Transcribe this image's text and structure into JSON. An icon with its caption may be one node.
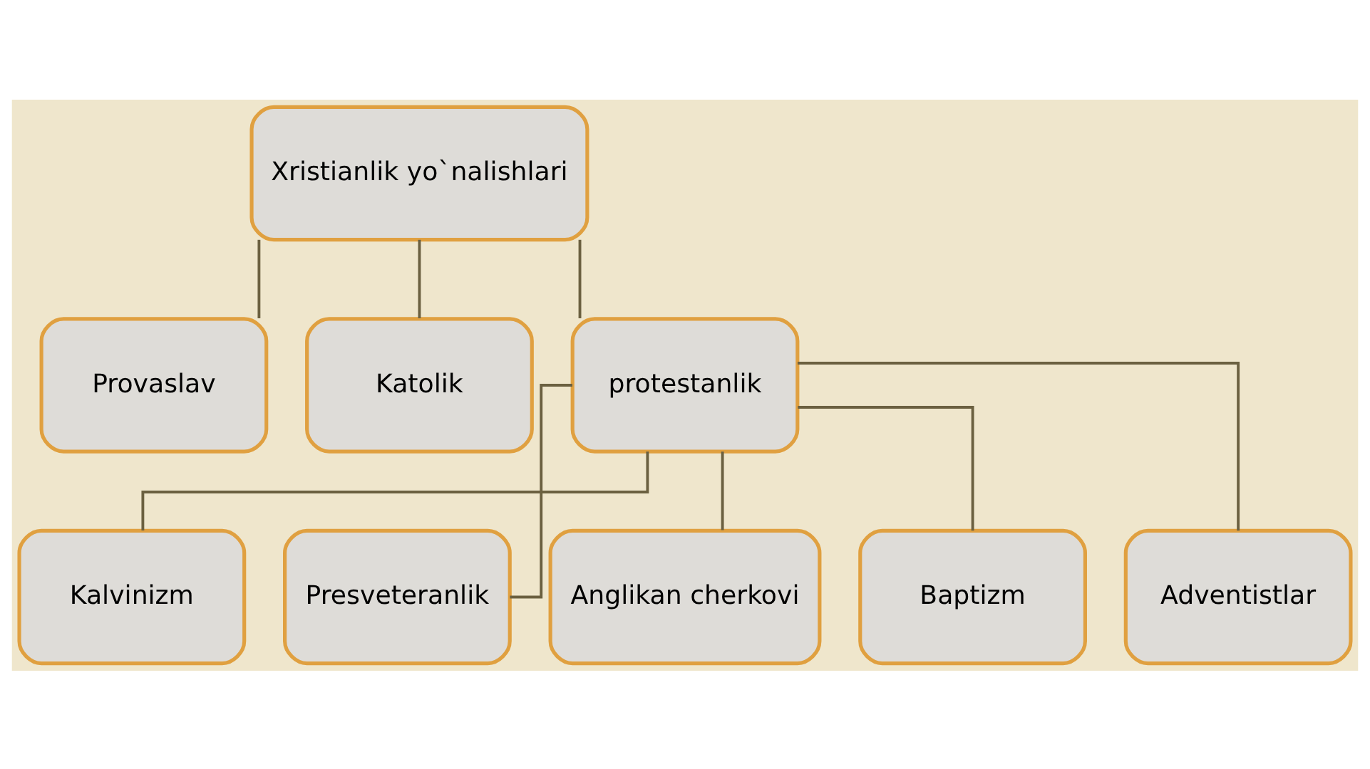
{
  "diagram": {
    "nodes": [
      {
        "text": [
          "Xristianlik yo`nalishlari"
        ]
      },
      {
        "text": [
          "Provaslav"
        ]
      },
      {
        "text": [
          "Katolik"
        ]
      },
      {
        "text": [
          "protestanlik"
        ]
      },
      {
        "text": [
          "Kalvinizm"
        ]
      },
      {
        "text": [
          "Presveteranlik"
        ]
      },
      {
        "text": [
          "Anglikan cherkovi"
        ]
      },
      {
        "text": [
          "Baptizm"
        ]
      },
      {
        "text": [
          "Adventistlar"
        ]
      }
    ],
    "edges": [
      {
        "from": 0,
        "to": 1,
        "arrow": "none"
      },
      {
        "from": 0,
        "to": 2,
        "arrow": "none"
      },
      {
        "from": 0,
        "to": 3,
        "arrow": "none"
      },
      {
        "from": 3,
        "to": 4,
        "arrow": "none"
      },
      {
        "from": 3,
        "to": 5,
        "arrow": "none"
      },
      {
        "from": 3,
        "to": 6,
        "arrow": "none"
      },
      {
        "from": 3,
        "to": 7,
        "arrow": "none"
      },
      {
        "from": 3,
        "to": 8,
        "arrow": "none"
      }
    ]
  }
}
